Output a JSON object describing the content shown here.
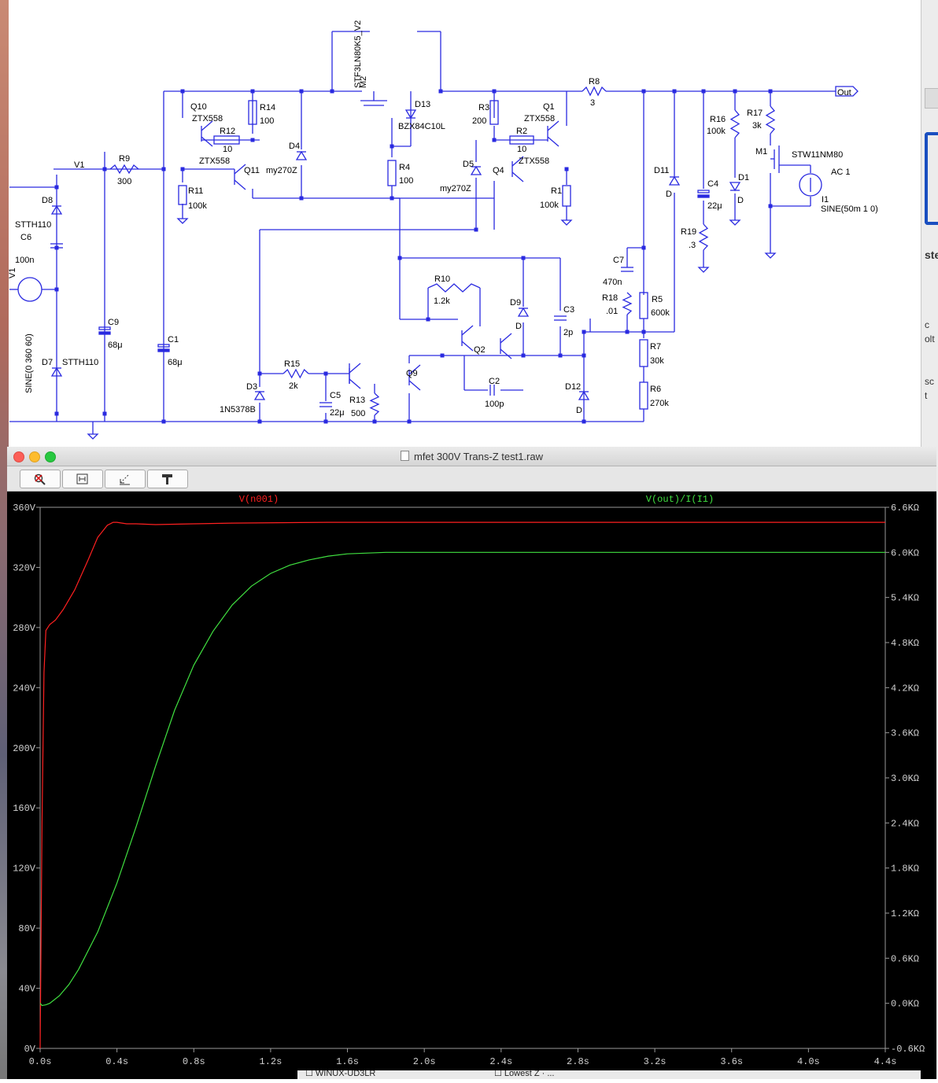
{
  "desktop": {
    "right_fragments": [
      "ste",
      "c",
      "olt",
      "sc",
      "t"
    ]
  },
  "schematic": {
    "labels": [
      "STF3LN80K5_V2",
      "M2",
      "D13",
      "BZX84C10L",
      "R8",
      "3",
      "Out",
      "Q10",
      "ZTX558",
      "R14",
      "100",
      "R12",
      "10",
      "ZTX558",
      "Q11",
      "D4",
      "my270Z",
      "R11",
      "100k",
      "V1",
      "R9",
      "300",
      "D8",
      "STTH110",
      "C6",
      "100n",
      "V1",
      "SINE(0 360 60)",
      "D7",
      "STTH110",
      "C9",
      "68μ",
      "C1",
      "68μ",
      "R4",
      "100",
      "R3",
      "200",
      "Q1",
      "ZTX558",
      "R2",
      "10",
      "ZTX558",
      "D5",
      "Q4",
      "my270Z",
      "R1",
      "100k",
      "D11",
      "D",
      "C4",
      "22μ",
      "R19",
      ".3",
      "R16",
      "100k",
      "D1",
      "D",
      "R17",
      "3k",
      "M1",
      "STW11NM80",
      "AC 1",
      "I1",
      "SINE(50m 1 0)",
      "R10",
      "1.2k",
      "D9",
      "D",
      "C3",
      "2p",
      "Q2",
      "C2",
      "100p",
      "C7",
      "470n",
      "R18",
      ".01",
      "R5",
      "600k",
      "R7",
      "30k",
      "R6",
      "270k",
      "R15",
      "2k",
      "C5",
      "22μ",
      "R13",
      "500",
      "Q9",
      "D3",
      "1N5378B",
      "D12",
      "D"
    ]
  },
  "window": {
    "title": "mfet 300V Trans-Z test1.raw",
    "toolbar": [
      "zoom-area-icon",
      "autorange-icon",
      "zoom-back-icon",
      "hammer-icon"
    ]
  },
  "chart_data": {
    "type": "line",
    "x_ticks": [
      "0.0s",
      "0.4s",
      "0.8s",
      "1.2s",
      "1.6s",
      "2.0s",
      "2.4s",
      "2.8s",
      "3.2s",
      "3.6s",
      "4.0s",
      "4.4s"
    ],
    "y_left_ticks": [
      "0V",
      "40V",
      "80V",
      "120V",
      "160V",
      "200V",
      "240V",
      "280V",
      "320V",
      "360V"
    ],
    "y_right_ticks": [
      "-0.6KΩ",
      "0.0KΩ",
      "0.6KΩ",
      "1.2KΩ",
      "1.8KΩ",
      "2.4KΩ",
      "3.0KΩ",
      "3.6KΩ",
      "4.2KΩ",
      "4.8KΩ",
      "5.4KΩ",
      "6.0KΩ",
      "6.6KΩ"
    ],
    "xlim": [
      0,
      4.4
    ],
    "ylim_left": [
      0,
      360
    ],
    "ylim_right": [
      -0.6,
      6.6
    ],
    "grid": false,
    "series": [
      {
        "name": "V(n001)",
        "axis": "left",
        "color": "#ff2020",
        "x": [
          0,
          0.01,
          0.02,
          0.03,
          0.05,
          0.08,
          0.12,
          0.18,
          0.25,
          0.3,
          0.35,
          0.38,
          0.4,
          0.45,
          0.5,
          0.6,
          0.8,
          1.0,
          1.5,
          2.0,
          2.5,
          3.0,
          3.5,
          4.0,
          4.4
        ],
        "y": [
          0,
          150,
          250,
          278,
          282,
          285,
          292,
          305,
          325,
          340,
          348,
          350,
          350,
          349,
          349,
          348.5,
          349,
          349.5,
          350,
          350,
          350,
          350,
          350,
          350,
          350
        ]
      },
      {
        "name": "V(out)/I(I1)",
        "axis": "right",
        "color": "#40e040",
        "x": [
          0,
          0.01,
          0.03,
          0.05,
          0.1,
          0.15,
          0.2,
          0.3,
          0.4,
          0.5,
          0.6,
          0.7,
          0.8,
          0.9,
          1.0,
          1.1,
          1.2,
          1.3,
          1.4,
          1.5,
          1.6,
          1.8,
          2.0,
          2.4,
          2.8,
          3.2,
          3.6,
          4.0,
          4.4
        ],
        "y": [
          0.0,
          -0.03,
          -0.02,
          0.0,
          0.1,
          0.25,
          0.45,
          0.95,
          1.6,
          2.35,
          3.15,
          3.9,
          4.5,
          4.95,
          5.3,
          5.55,
          5.72,
          5.83,
          5.9,
          5.95,
          5.98,
          6.0,
          6.0,
          6.0,
          6.0,
          6.0,
          6.0,
          6.0,
          6.0
        ]
      }
    ]
  }
}
